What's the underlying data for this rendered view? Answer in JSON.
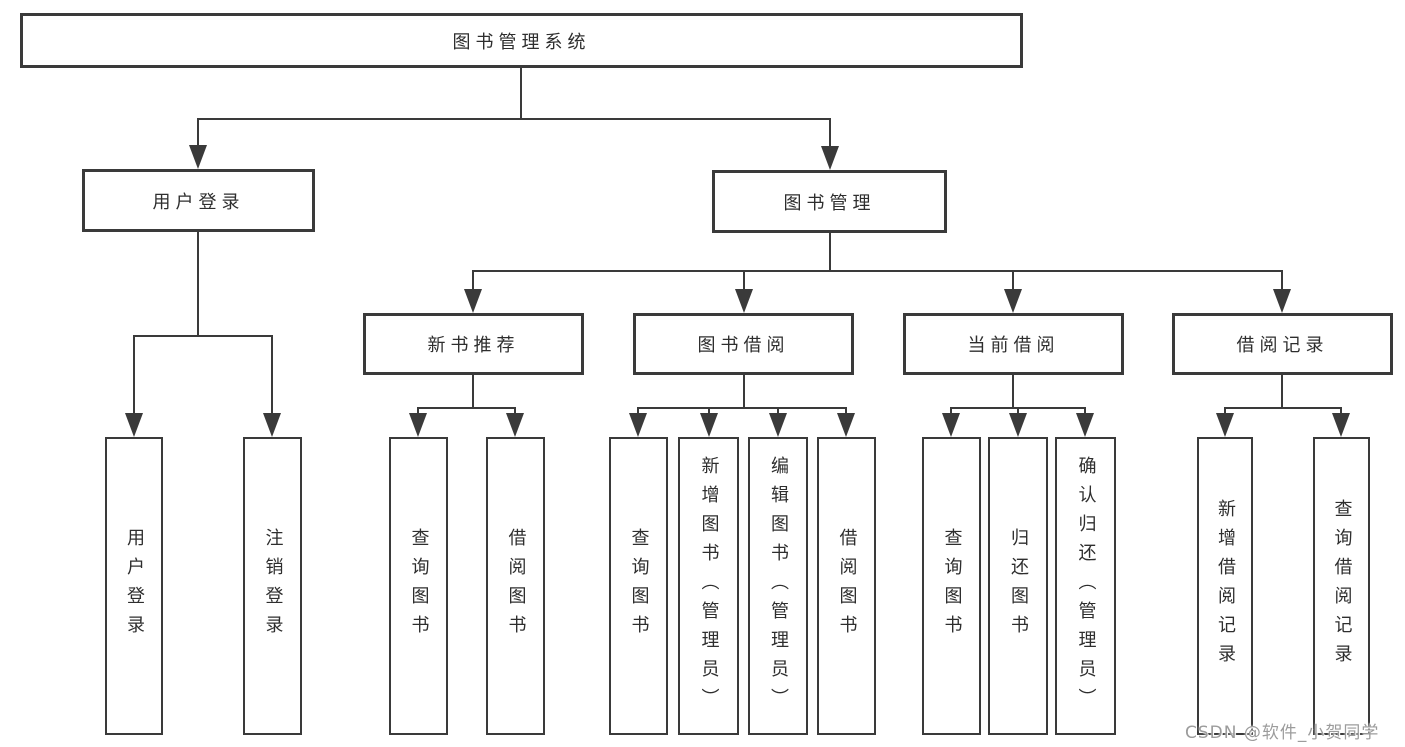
{
  "diagram": {
    "type": "hierarchy-functional-structure",
    "tree": {
      "label": "图书管理系统",
      "children": [
        {
          "label": "用户登录",
          "children": [
            {
              "label": "用户登录"
            },
            {
              "label": "注销登录"
            }
          ]
        },
        {
          "label": "图书管理",
          "children": [
            {
              "label": "新书推荐",
              "children": [
                {
                  "label": "查询图书"
                },
                {
                  "label": "借阅图书"
                }
              ]
            },
            {
              "label": "图书借阅",
              "children": [
                {
                  "label": "查询图书"
                },
                {
                  "label": "新增图书（管理员）"
                },
                {
                  "label": "编辑图书（管理员）"
                },
                {
                  "label": "借阅图书"
                }
              ]
            },
            {
              "label": "当前借阅",
              "children": [
                {
                  "label": "查询图书"
                },
                {
                  "label": "归还图书"
                },
                {
                  "label": "确认归还（管理员）"
                }
              ]
            },
            {
              "label": "借阅记录",
              "children": [
                {
                  "label": "新增借阅记录"
                },
                {
                  "label": "查询借阅记录"
                }
              ]
            }
          ]
        }
      ]
    },
    "colors": {
      "line": "#3a3a3a",
      "box_border": "#3a3a3a",
      "box_fill": "#ffffff",
      "text": "#2e2e2e",
      "watermark": "#9c9c9c"
    }
  },
  "watermark": {
    "text": "CSDN @软件_小贺同学"
  }
}
